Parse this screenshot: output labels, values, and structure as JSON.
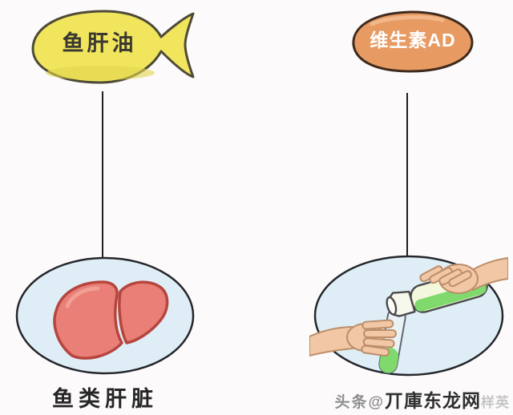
{
  "left_column": {
    "source_label": "鱼肝油",
    "source_shape_icon": "fish-icon",
    "result_caption": "鱼类肝脏",
    "result_illustration_icon": "liver-icon"
  },
  "right_column": {
    "source_label": "维生素AD",
    "source_shape_icon": "capsule-icon",
    "result_illustration_icon": "pouring-test-tube-icon"
  },
  "watermark": {
    "prefix": "头条@",
    "name": "丌庫东龙网",
    "suffix": "样英"
  },
  "colors": {
    "background": "#FDFAFB",
    "fish_yellow": "#F0E55C",
    "fish_shade": "#E2D54E",
    "capsule_orange": "#E79A62",
    "capsule_shine": "#F2BA8E",
    "panel_blue": "#DFEEF6",
    "liver_red": "#E97F76",
    "liver_highlight": "#F2A79E",
    "liquid_green": "#7FD96D",
    "bottle_cream": "#F3F7DC",
    "skin": "#F2C7A5",
    "connector_dark": "#1E1E1E",
    "label_dark": "#3A3831",
    "capsule_text": "#FFFFFF"
  }
}
